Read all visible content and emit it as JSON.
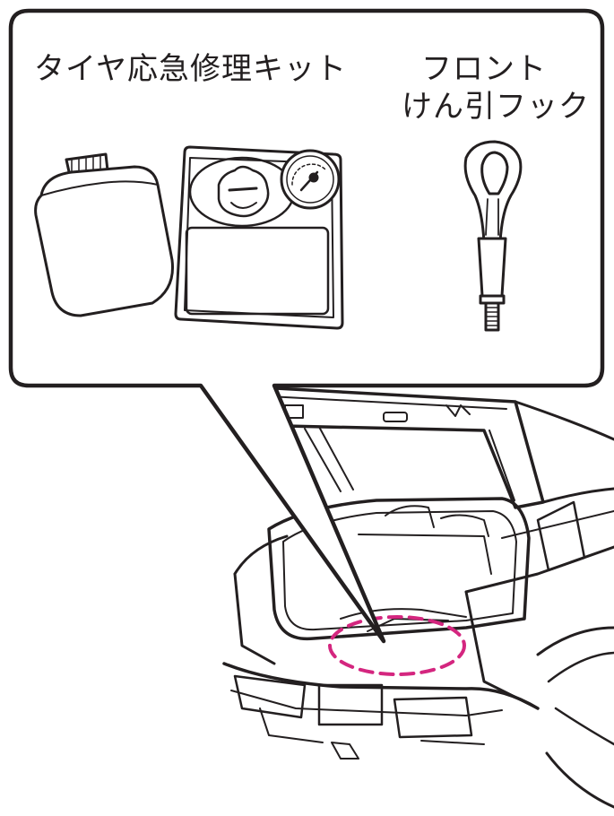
{
  "labels": {
    "kit": "タイヤ応急修理キット",
    "hook_line1": "フロント",
    "hook_line2": "けん引フック"
  },
  "colors": {
    "line": "#231f20",
    "highlight": "#d4267f",
    "background": "#ffffff"
  },
  "icons": [
    "sealant-bottle-icon",
    "compressor-icon",
    "pressure-gauge-icon",
    "tow-hook-icon",
    "car-rear-icon"
  ]
}
